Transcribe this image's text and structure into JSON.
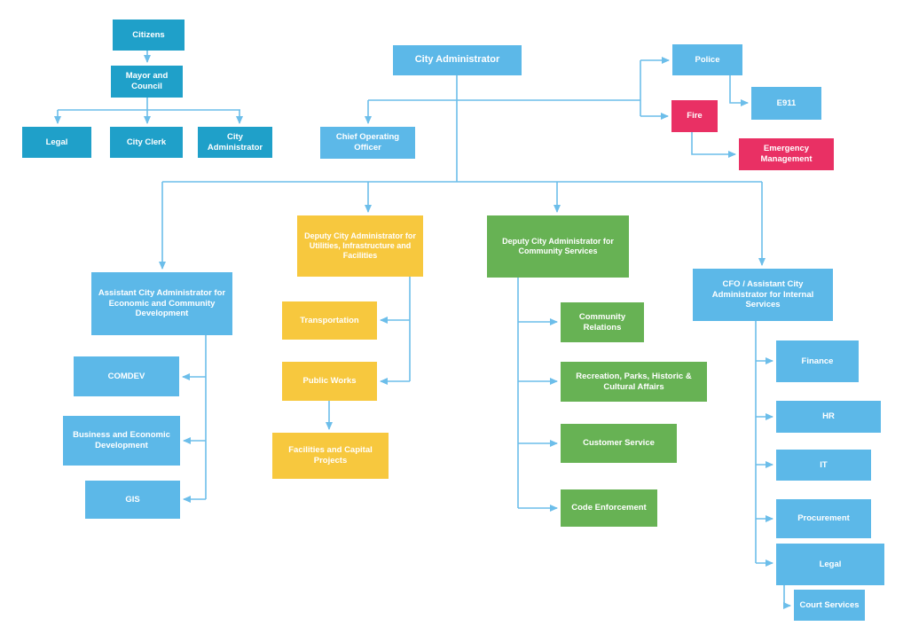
{
  "palette": {
    "teal": "#1FA0C9",
    "blue": "#5CB8E8",
    "yellow": "#F7C83E",
    "green": "#67B254",
    "pink": "#E93064",
    "connector": "#6CBEEA",
    "text": "#FFFFFF",
    "background": "#FFFFFF"
  },
  "nodes": {
    "citizens": {
      "label": "Citizens",
      "color": "teal"
    },
    "mayor_council": {
      "label": "Mayor and Council",
      "color": "teal"
    },
    "legal_top": {
      "label": "Legal",
      "color": "teal"
    },
    "city_clerk": {
      "label": "City Clerk",
      "color": "teal"
    },
    "city_admin_top": {
      "label": "City Administrator",
      "color": "teal"
    },
    "city_administrator": {
      "label": "City Administrator",
      "color": "blue"
    },
    "coo": {
      "label": "Chief Operating Officer",
      "color": "blue"
    },
    "police": {
      "label": "Police",
      "color": "blue"
    },
    "e911": {
      "label": "E911",
      "color": "blue"
    },
    "fire": {
      "label": "Fire",
      "color": "pink"
    },
    "emergency_management": {
      "label": "Emergency Management",
      "color": "pink"
    },
    "assistant_ecd": {
      "label": "Assistant City Administrator for Economic and Community Development",
      "color": "blue"
    },
    "comdev": {
      "label": "COMDEV",
      "color": "blue"
    },
    "business_economic": {
      "label": "Business and Economic Development",
      "color": "blue"
    },
    "gis": {
      "label": "GIS",
      "color": "blue"
    },
    "deputy_utilities": {
      "label": "Deputy City Administrator for Utilities, Infrastructure and Facilities",
      "color": "yellow"
    },
    "transportation": {
      "label": "Transportation",
      "color": "yellow"
    },
    "public_works": {
      "label": "Public Works",
      "color": "yellow"
    },
    "facilities_capital": {
      "label": "Facilities and Capital Projects",
      "color": "yellow"
    },
    "deputy_community": {
      "label": "Deputy City Administrator for Community Services",
      "color": "green"
    },
    "community_relations": {
      "label": "Community Relations",
      "color": "green"
    },
    "recreation_parks": {
      "label": "Recreation, Parks, Historic & Cultural Affairs",
      "color": "green"
    },
    "customer_service": {
      "label": "Customer Service",
      "color": "green"
    },
    "code_enforcement": {
      "label": "Code Enforcement",
      "color": "green"
    },
    "cfo_internal": {
      "label": "CFO / Assistant City Administrator for Internal Services",
      "color": "blue"
    },
    "finance": {
      "label": "Finance",
      "color": "blue"
    },
    "hr": {
      "label": "HR",
      "color": "blue"
    },
    "it": {
      "label": "IT",
      "color": "blue"
    },
    "procurement": {
      "label": "Procurement",
      "color": "blue"
    },
    "legal_internal": {
      "label": "Legal",
      "color": "blue"
    },
    "court_services": {
      "label": "Court Services",
      "color": "blue"
    }
  }
}
